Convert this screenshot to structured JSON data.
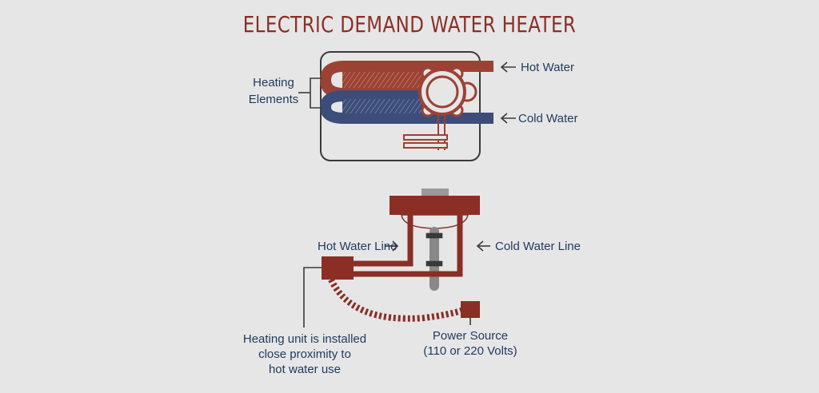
{
  "title": "ELECTRIC DEMAND WATER HEATER",
  "colors": {
    "hot": "#9c4234",
    "hot_dark": "#8a2e26",
    "cold": "#3d4d7a",
    "outline": "#3a3a3a",
    "text": "#1f3a5c",
    "background": "#e6e6e6",
    "gray": "#888888"
  },
  "top_diagram": {
    "heating_label_line1": "Heating",
    "heating_label_line2": "Elements",
    "hot_water_label": "Hot Water",
    "cold_water_label": "Cold Water"
  },
  "bottom_diagram": {
    "hot_water_line_label": "Hot Water Line",
    "cold_water_line_label": "Cold Water Line",
    "heating_unit_line1": "Heating unit is installed",
    "heating_unit_line2": "close proximity to",
    "heating_unit_line3": "hot water use",
    "power_source_line1": "Power Source",
    "power_source_line2": "(110 or 220 Volts)"
  }
}
